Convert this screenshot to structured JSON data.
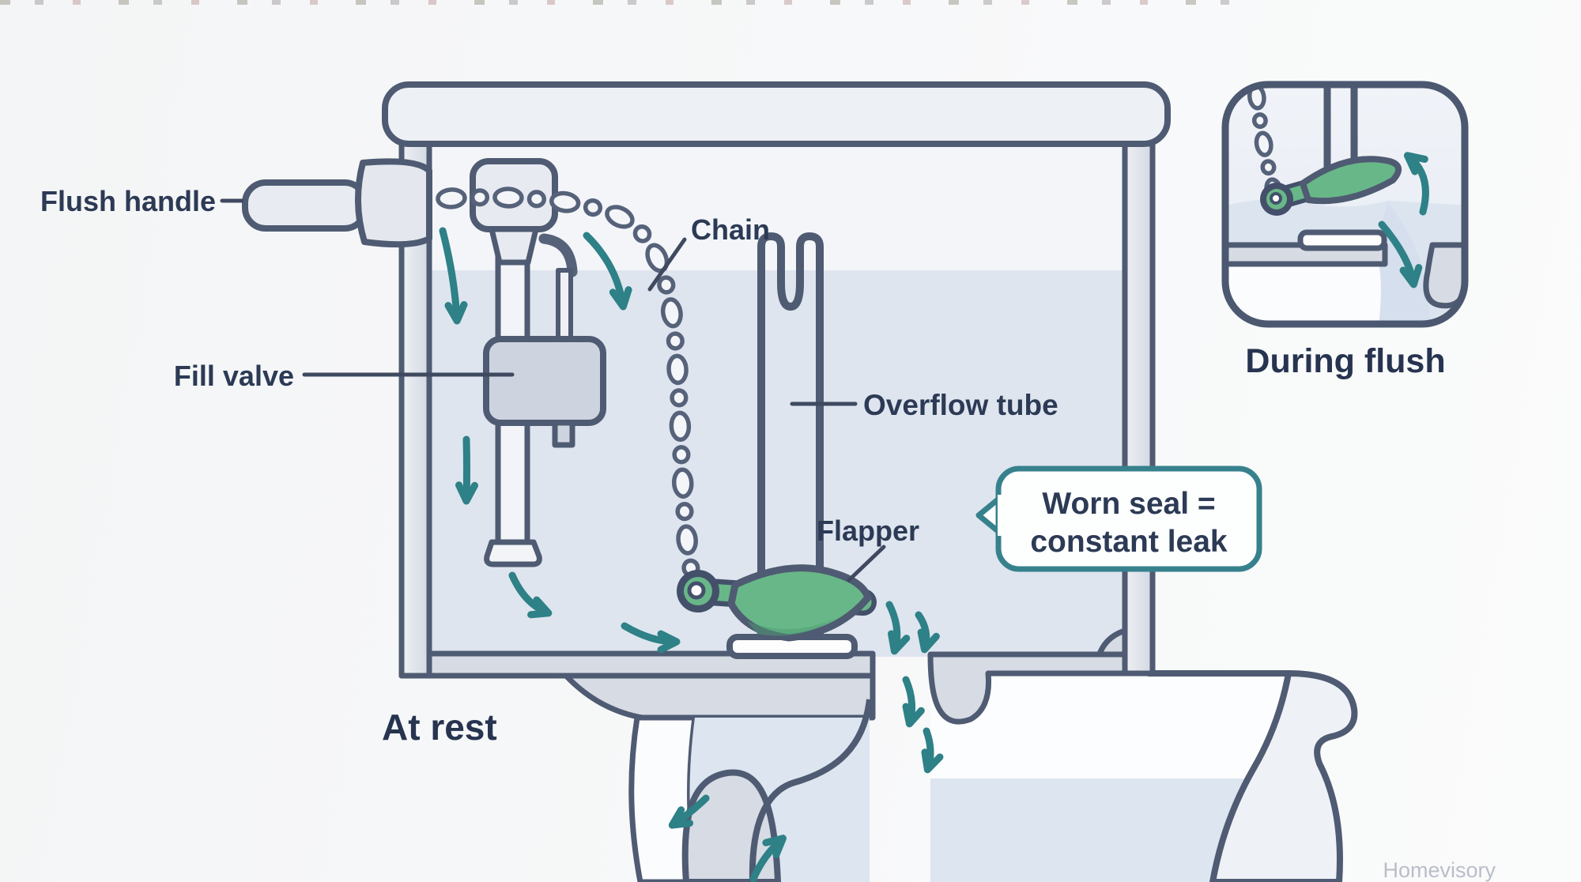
{
  "diagram": {
    "labels": {
      "flush_handle": "Flush handle",
      "fill_valve": "Fill valve",
      "chain": "Chain",
      "overflow_tube": "Overflow tube",
      "flapper": "Flapper"
    },
    "callout": {
      "line1": "Worn seal =",
      "line2": "constant leak"
    },
    "captions": {
      "main_state": "At rest",
      "inset_state": "During flush"
    },
    "watermark": "Homevisory",
    "colors": {
      "outline": "#4f5b72",
      "label_text": "#2c3a55",
      "tank_water": "#dee5ef",
      "porcelain_gray": "#d6dbe4",
      "lid_fill": "#edf0f5",
      "flapper_green": "#68b788",
      "arrow_teal": "#2e8186",
      "callout_border": "#37818d",
      "watermark_gray": "#b9bec8"
    }
  }
}
